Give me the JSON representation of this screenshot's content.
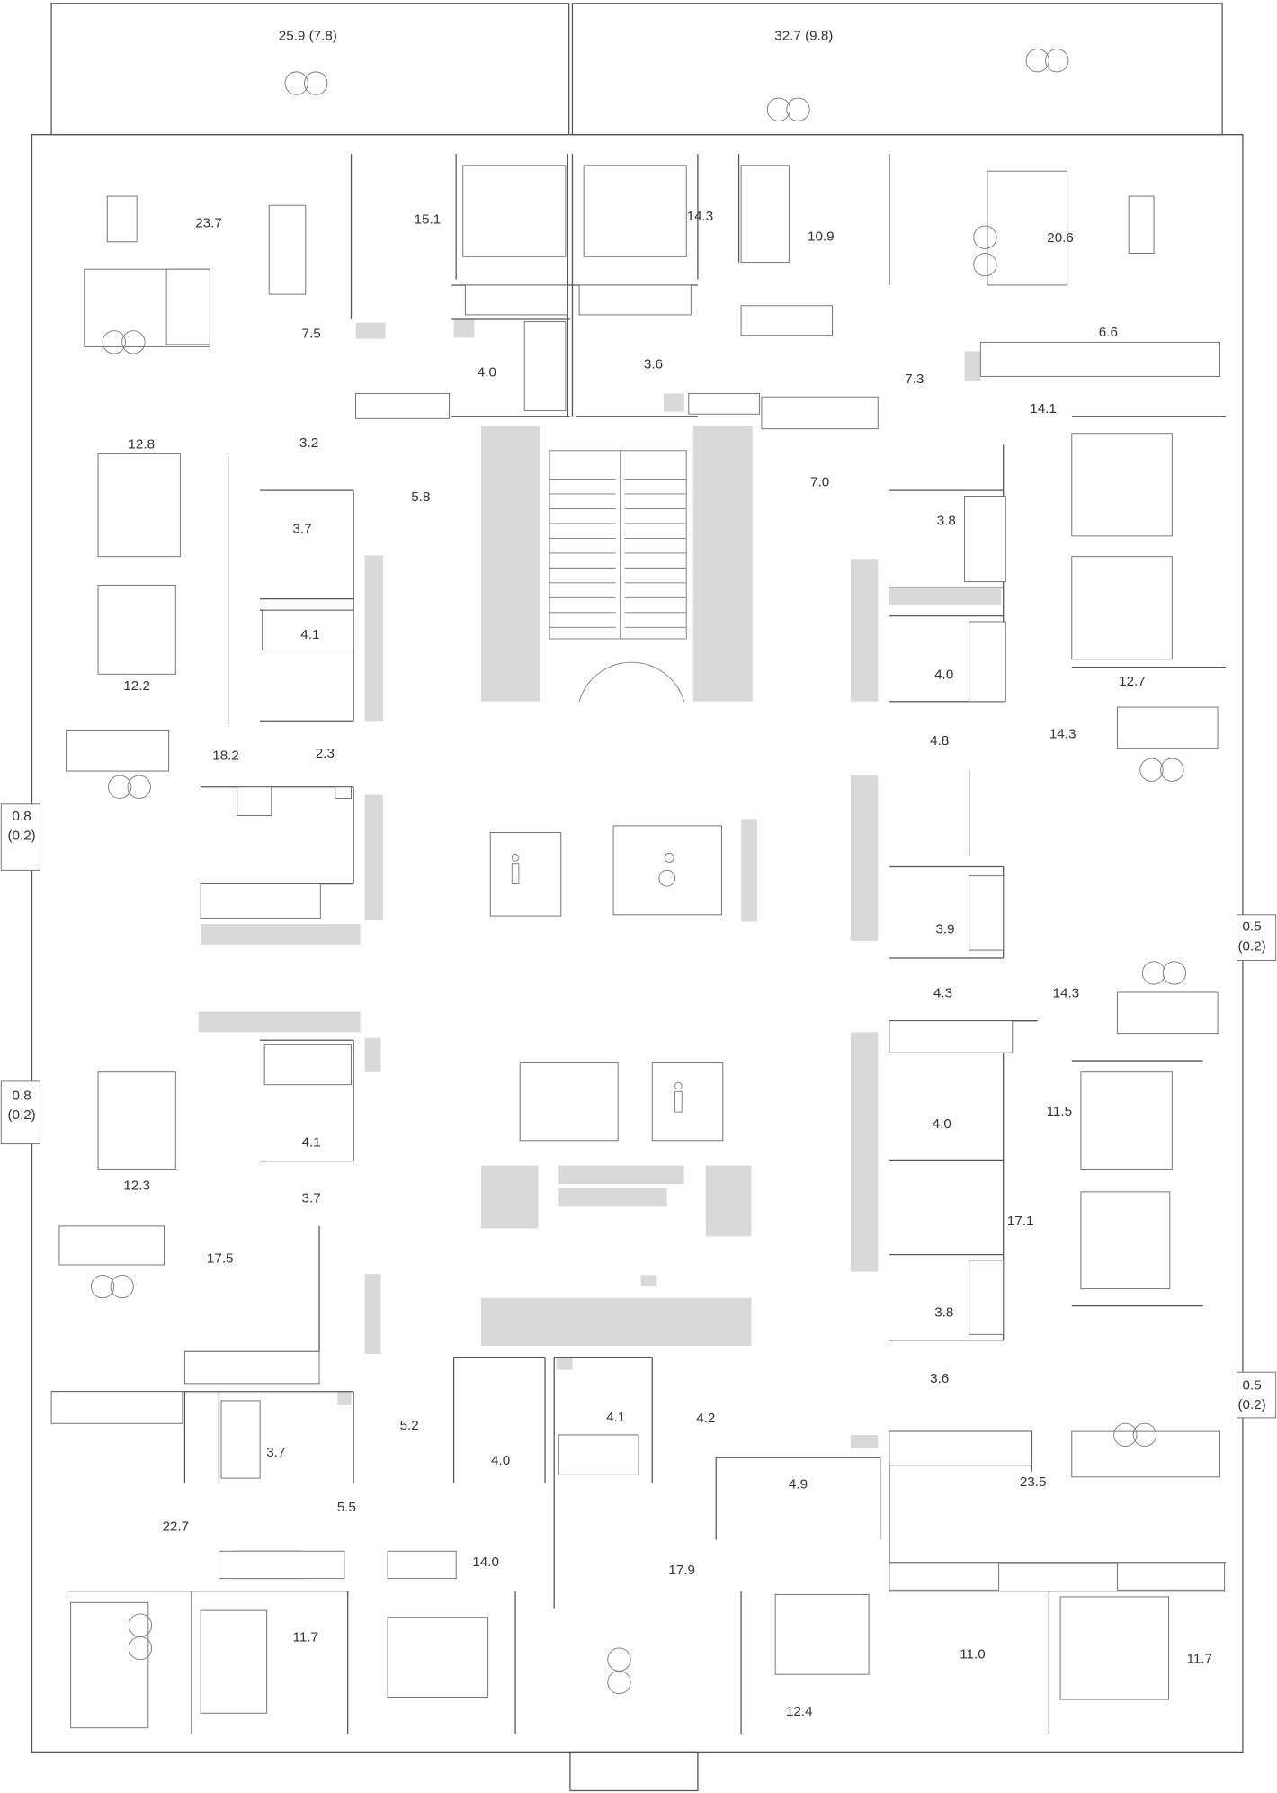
{
  "plan": {
    "balconies": [
      {
        "area": "25.9 (7.8)"
      },
      {
        "area": "32.7 (9.8)"
      }
    ],
    "bay_windows": [
      {
        "area": "0.8",
        "sub": "(0.2)"
      },
      {
        "area": "0.8",
        "sub": "(0.2)"
      },
      {
        "area": "0.5",
        "sub": "(0.2)"
      },
      {
        "area": "0.5",
        "sub": "(0.2)"
      }
    ],
    "room_areas": [
      "23.7",
      "15.1",
      "14.3",
      "10.9",
      "20.6",
      "7.5",
      "4.0",
      "3.6",
      "6.6",
      "7.3",
      "14.1",
      "12.8",
      "3.2",
      "3.7",
      "5.8",
      "7.0",
      "3.8",
      "12.2",
      "4.1",
      "4.0",
      "12.7",
      "2.3",
      "18.2",
      "14.3",
      "4.8",
      "3.9",
      "4.3",
      "14.3",
      "11.5",
      "4.1",
      "4.0",
      "12.3",
      "3.7",
      "17.1",
      "17.5",
      "3.8",
      "3.6",
      "4.1",
      "4.2",
      "5.2",
      "3.7",
      "4.0",
      "23.5",
      "4.9",
      "5.5",
      "22.7",
      "14.0",
      "17.9",
      "11.7",
      "11.0",
      "11.7",
      "12.4"
    ]
  }
}
